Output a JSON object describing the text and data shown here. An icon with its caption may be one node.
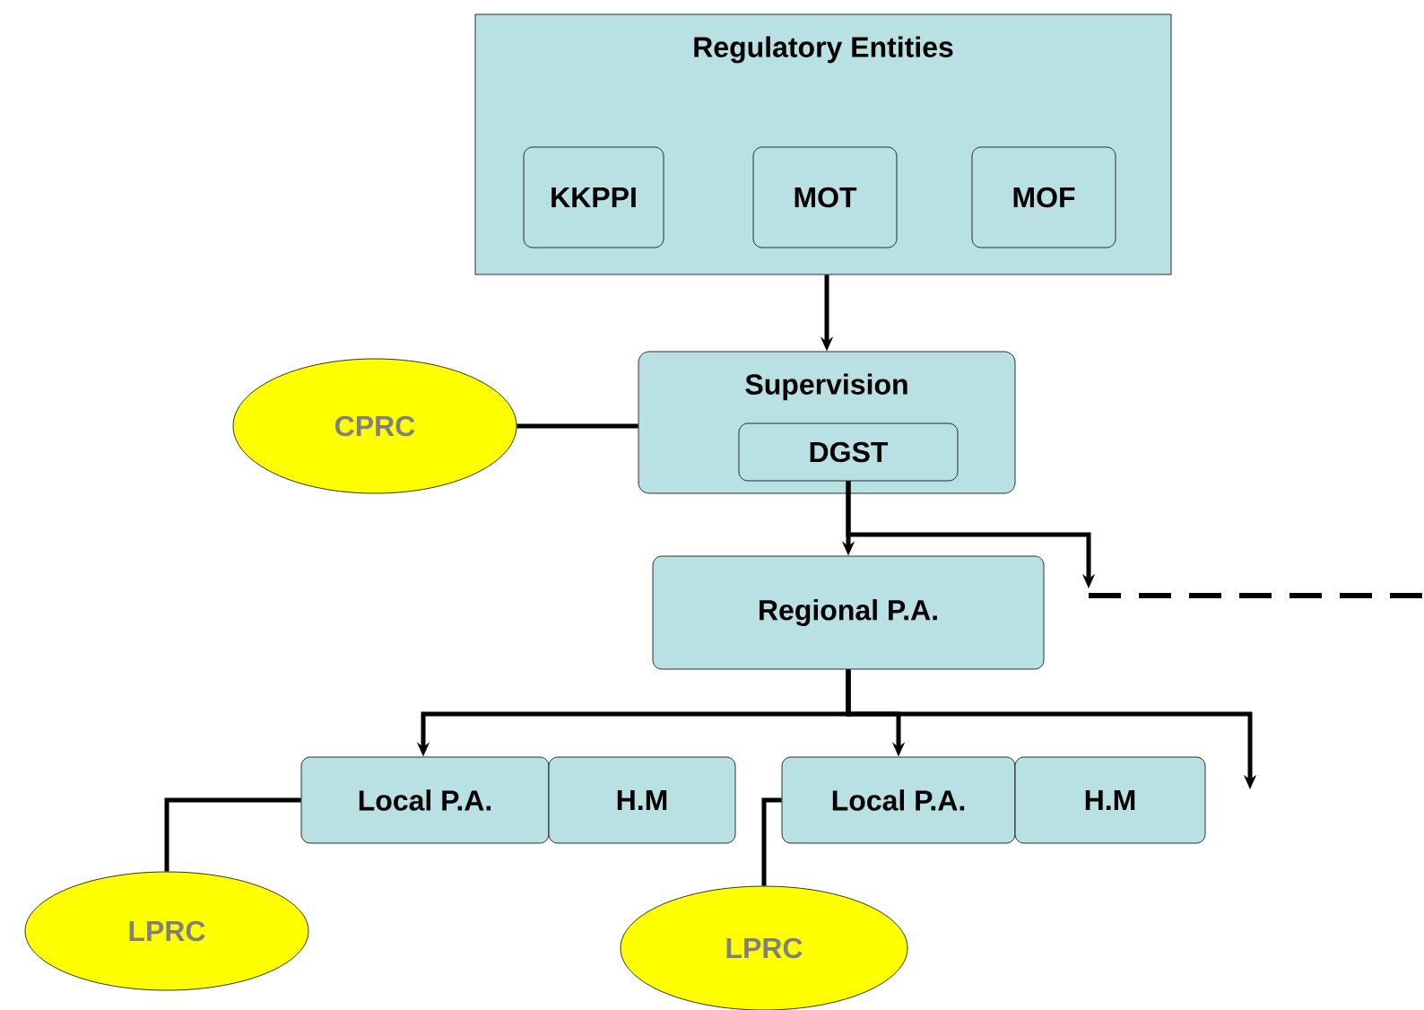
{
  "diagram": {
    "nodes": [
      {
        "text": [
          "Regulatory Entities"
        ]
      },
      {
        "text": [
          "KKPPI"
        ],
        "in": 0
      },
      {
        "text": [
          "MOT"
        ],
        "in": 0
      },
      {
        "text": [
          "MOF"
        ],
        "in": 0
      },
      {
        "text": [
          "CPRC"
        ]
      },
      {
        "text": [
          "Supervision"
        ]
      },
      {
        "text": [
          "DGST"
        ],
        "in": 5
      },
      {
        "text": [
          "Regional P.A."
        ]
      },
      {
        "text": [
          "Local P.A."
        ]
      },
      {
        "text": [
          "H.M"
        ]
      },
      {
        "text": [
          "Local P.A."
        ]
      },
      {
        "text": [
          "H.M"
        ]
      },
      {
        "text": [
          "LPRC"
        ]
      },
      {
        "text": [
          "LPRC"
        ]
      }
    ],
    "edges": [
      {
        "from": 0,
        "to": 5,
        "arrow": "to"
      },
      {
        "from": 4,
        "to": 5,
        "arrow": "none"
      },
      {
        "from": 6,
        "to": 7,
        "arrow": "to"
      },
      {
        "from": 6,
        "to": null,
        "arrow": "to"
      },
      {
        "from": 7,
        "to": 8,
        "arrow": "to"
      },
      {
        "from": 7,
        "to": 10,
        "arrow": "to"
      },
      {
        "from": 7,
        "to": null,
        "arrow": "to"
      },
      {
        "from": 12,
        "to": 8,
        "arrow": "none"
      },
      {
        "from": 13,
        "to": 10,
        "arrow": "none"
      }
    ]
  }
}
